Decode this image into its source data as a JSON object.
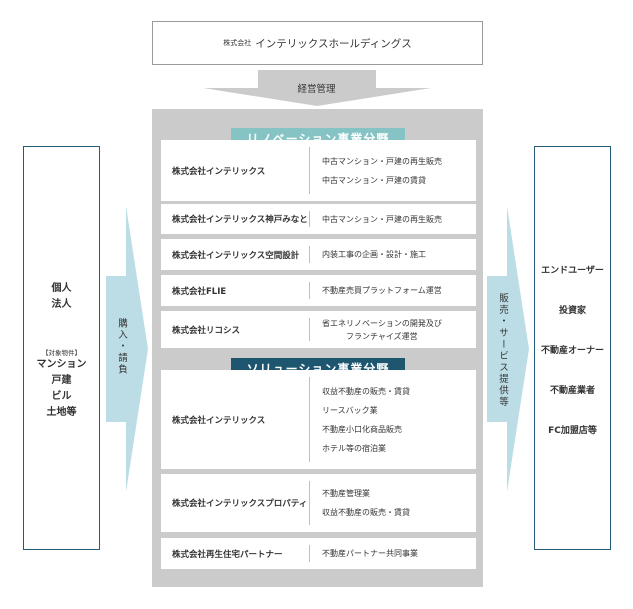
{
  "holding": {
    "prefix": "株式会社",
    "name": "インテリックスホールディングス"
  },
  "management_label": "経営管理",
  "renovation": {
    "header": "リノベーション事業分野",
    "rows": [
      {
        "company": "株式会社インテリックス",
        "business": [
          "中古マンション・戸建の再生販売",
          "中古マンション・戸建の賃貸"
        ]
      },
      {
        "company": "株式会社インテリックス神戸みなと",
        "business": [
          "中古マンション・戸建の再生販売"
        ]
      },
      {
        "company": "株式会社インテリックス空間設計",
        "business": [
          "内装工事の企画・設計・施工"
        ]
      },
      {
        "company": "株式会社FLIE",
        "business": [
          "不動産売買プラットフォーム運営"
        ]
      },
      {
        "company": "株式会社リコシス",
        "business": [
          "省エネリノベーションの開発及び",
          "フランチャイズ運営"
        ]
      }
    ]
  },
  "solution": {
    "header": "ソリューション事業分野",
    "rows": [
      {
        "company": "株式会社インテリックス",
        "business": [
          "収益不動産の販売・賃貸",
          "リースバック業",
          "不動産小口化商品販売",
          "ホテル等の宿泊業"
        ]
      },
      {
        "company": "株式会社インテリックスプロパティ",
        "business": [
          "不動産管理業",
          "収益不動産の販売・賃貸"
        ]
      },
      {
        "company": "株式会社再生住宅パートナー",
        "business": [
          "不動産パートナー共同事業"
        ]
      }
    ]
  },
  "left_panel": {
    "line1": "個人",
    "line2": "法人",
    "note": "【対象物件】",
    "items": [
      "マンション",
      "戸建",
      "ビル",
      "土地等"
    ]
  },
  "left_arrow_label": "購入・請負",
  "right_arrow_label": "販売・サービス提供等",
  "right_panel": {
    "items": [
      "エンドユーザー",
      "投資家",
      "不動産オーナー",
      "不動産業者",
      "FC加盟店等"
    ]
  },
  "colors": {
    "renovation": "#86c3c4",
    "solution": "#1e5670",
    "arrow": "#bcdde6",
    "border": "#235b78",
    "gray": "#cbcbcb"
  }
}
